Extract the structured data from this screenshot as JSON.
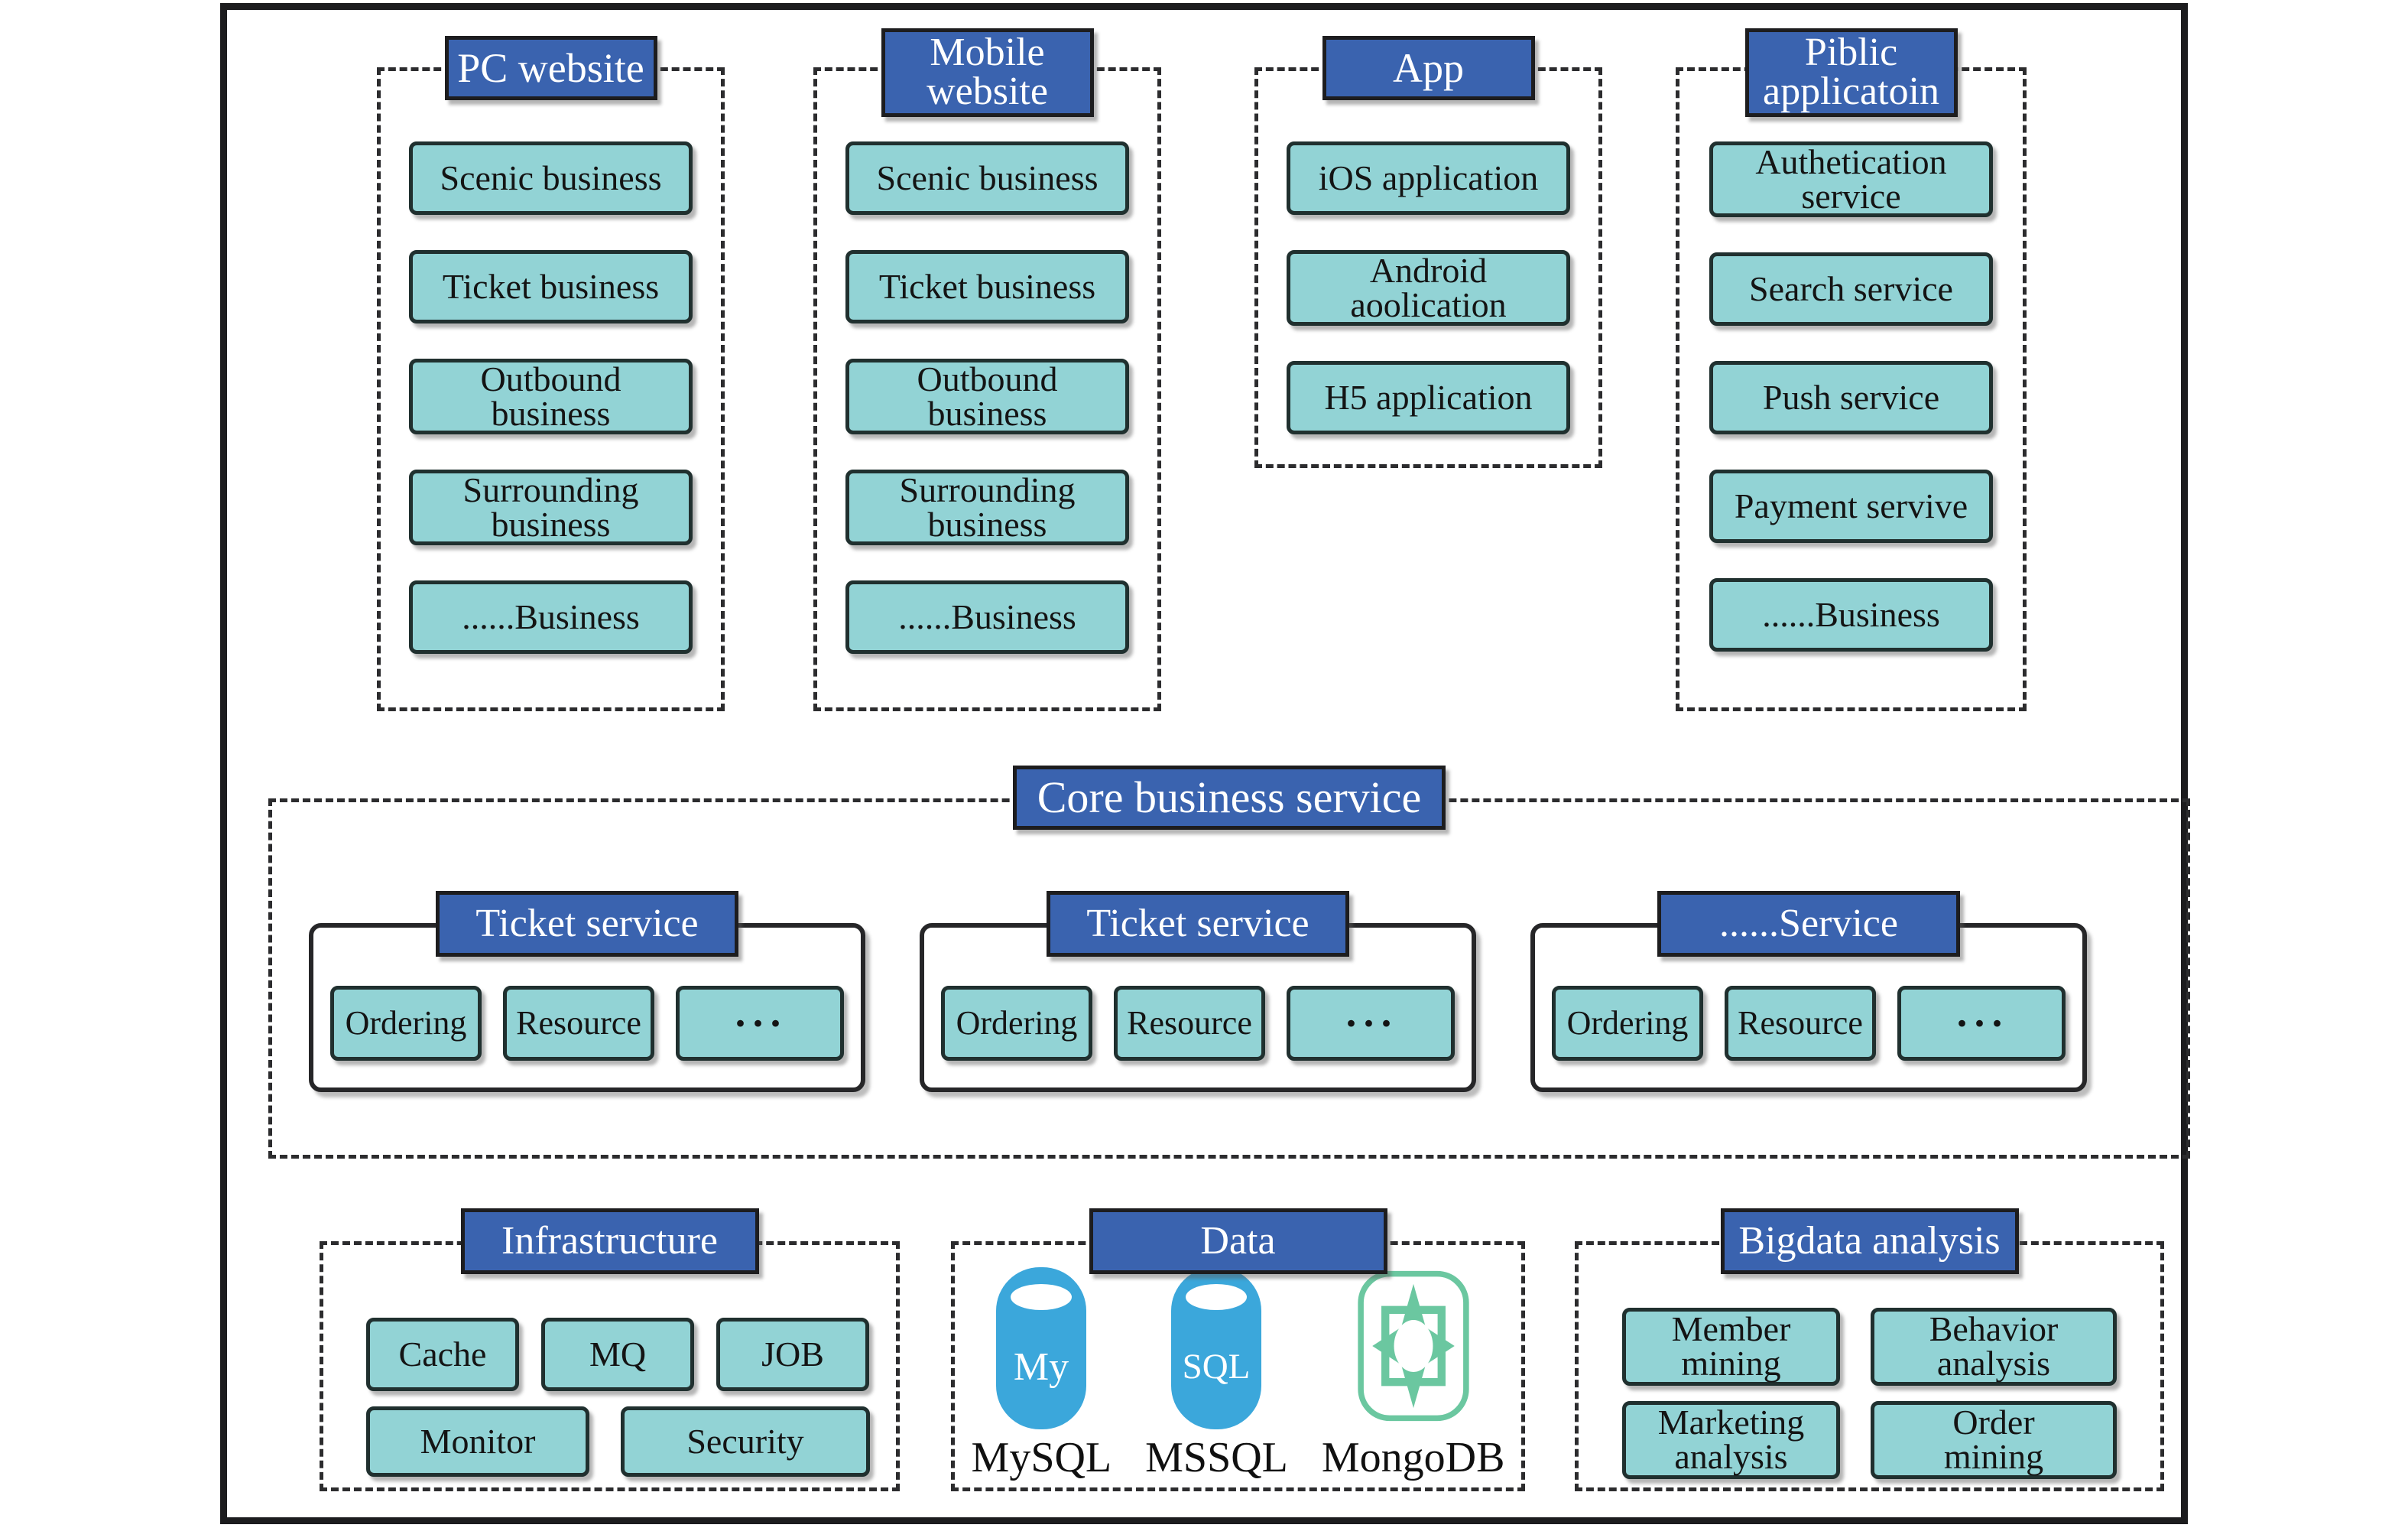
{
  "figure": {
    "top_groups": [
      {
        "title": "PC website",
        "items": [
          "Scenic business",
          "Ticket business",
          "Outbound\nbusiness",
          "Surrounding\nbusiness",
          "......Business"
        ]
      },
      {
        "title": "Mobile\nwebsite",
        "items": [
          "Scenic business",
          "Ticket business",
          "Outbound\nbusiness",
          "Surrounding\nbusiness",
          "......Business"
        ]
      },
      {
        "title": "App",
        "items": [
          "iOS application",
          "Android\naoolication",
          "H5 application"
        ]
      },
      {
        "title": "Piblic\napplicatoin",
        "items": [
          "Authetication\nservice",
          "Search service",
          "Push service",
          "Payment servive",
          "......Business"
        ]
      }
    ],
    "core": {
      "title": "Core business service",
      "services": [
        {
          "title": "Ticket service",
          "items": [
            "Ordering",
            "Resource",
            "···"
          ]
        },
        {
          "title": "Ticket service",
          "items": [
            "Ordering",
            "Resource",
            "···"
          ]
        },
        {
          "title": "......Service",
          "items": [
            "Ordering",
            "Resource",
            "···"
          ]
        }
      ]
    },
    "bottom": {
      "infrastructure": {
        "title": "Infrastructure",
        "items": [
          "Cache",
          "MQ",
          "JOB",
          "Monitor",
          "Security"
        ]
      },
      "data": {
        "title": "Data",
        "dbs": [
          {
            "icon": "mysql-db-cylinder-icon",
            "icon_text": "My",
            "label": "MySQL"
          },
          {
            "icon": "mssql-db-cylinder-icon",
            "icon_text": "SQL",
            "label": "MSSQL"
          },
          {
            "icon": "mongodb-icon",
            "label": "MongoDB"
          }
        ]
      },
      "bigdata": {
        "title": "Bigdata analysis",
        "items": [
          "Member\nmining",
          "Behavior\nanalysis",
          "Marketing\nanalysis",
          "Order\nmining"
        ]
      }
    },
    "colors": {
      "header_blue": "#3a63af",
      "box_teal": "#92d3d5",
      "db_blue": "#3ba7db",
      "mongo_green": "#6bc7a0"
    }
  }
}
